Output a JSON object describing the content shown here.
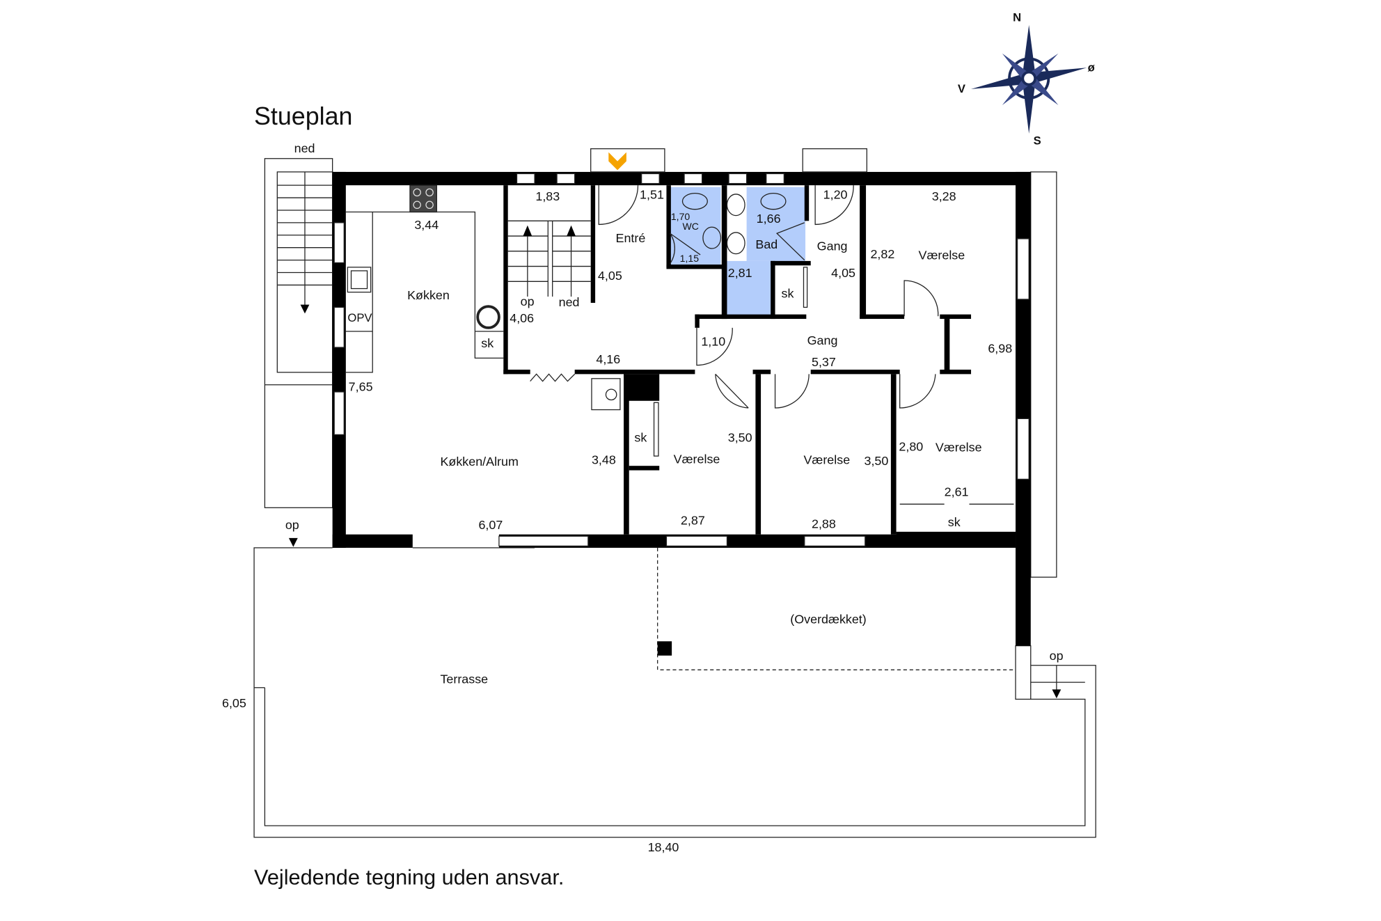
{
  "title": "Stueplan",
  "disclaimer": "Vejledende tegning uden ansvar.",
  "compass": {
    "n": "N",
    "s": "S",
    "e": "ø",
    "w": "V"
  },
  "colors": {
    "wet_room": "#b3cdfb",
    "entrance_marker": "#f5a300",
    "wall": "#000000"
  },
  "rooms": {
    "kitchen": "Køkken",
    "kitchen_living": "Køkken/Alrum",
    "entry": "Entré",
    "wc": "WC",
    "bath": "Bad",
    "hall_upper": "Gang",
    "hall": "Gang",
    "bedroom_ne": "Værelse",
    "bedroom_1": "Værelse",
    "bedroom_2": "Værelse",
    "bedroom_se": "Værelse",
    "terrace": "Terrasse",
    "covered": "(Overdækket)"
  },
  "annotations": {
    "stairs_out_down": "ned",
    "stairs_in_up": "op",
    "stairs_in_down": "ned",
    "terrace_up_left": "op",
    "terrace_up_right": "op",
    "opv": "OPV",
    "sk_kitchen": "sk",
    "sk_hall": "sk",
    "sk_room1": "sk",
    "sk_se": "sk"
  },
  "dimensions": {
    "d183": "1,83",
    "d151": "1,51",
    "d170": "1,70",
    "d115": "1,15",
    "d166": "1,66",
    "d281": "2,81",
    "d120": "1,20",
    "d328": "3,28",
    "d344": "3,44",
    "d405a": "4,05",
    "d406": "4,06",
    "d405b": "4,05",
    "d282": "2,82",
    "d110": "1,10",
    "d416": "4,16",
    "d537": "5,37",
    "d698": "6,98",
    "d765": "7,65",
    "d350a": "3,50",
    "d348": "3,48",
    "d350b": "3,50",
    "d280": "2,80",
    "d261": "2,61",
    "d607": "6,07",
    "d287": "2,87",
    "d288": "2,88",
    "d605": "6,05",
    "d1840": "18,40"
  }
}
